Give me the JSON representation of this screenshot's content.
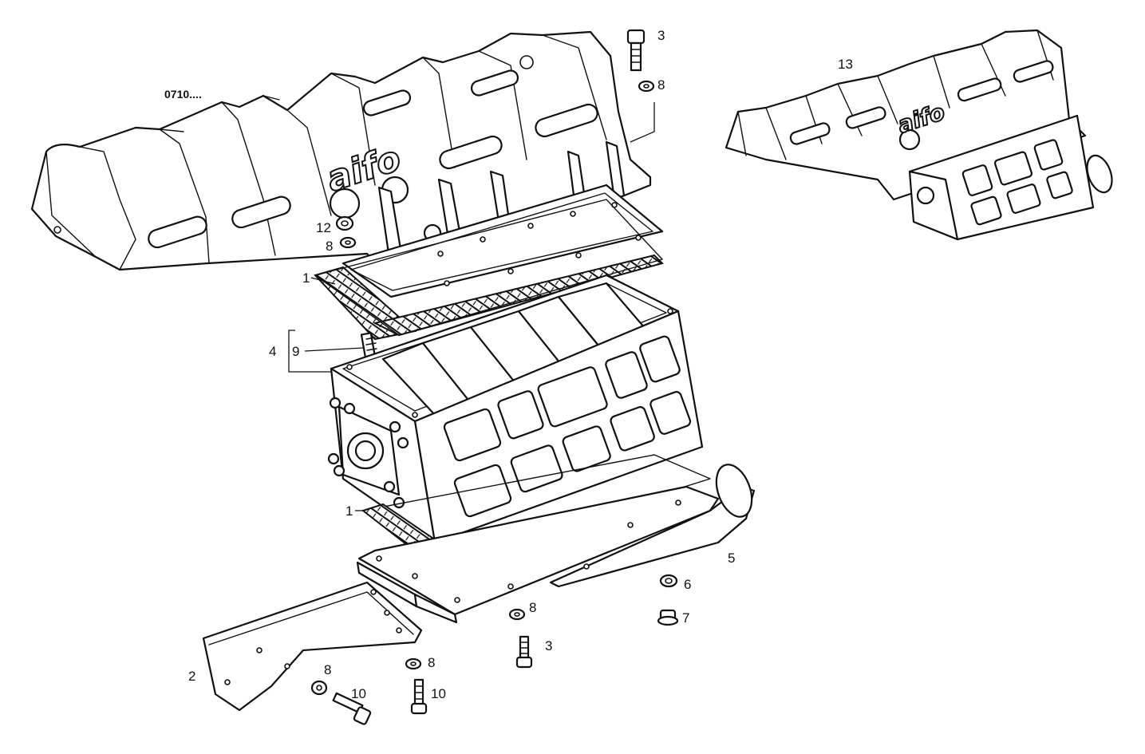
{
  "diagram": {
    "code_label": "0710....",
    "brand_text": "aifo",
    "callouts": [
      {
        "id": "c1a",
        "text": "1"
      },
      {
        "id": "c1b",
        "text": "1"
      },
      {
        "id": "c2",
        "text": "2"
      },
      {
        "id": "c3a",
        "text": "3"
      },
      {
        "id": "c3b",
        "text": "3"
      },
      {
        "id": "c4",
        "text": "4"
      },
      {
        "id": "c5",
        "text": "5"
      },
      {
        "id": "c6",
        "text": "6"
      },
      {
        "id": "c7",
        "text": "7"
      },
      {
        "id": "c8a",
        "text": "8"
      },
      {
        "id": "c8b",
        "text": "8"
      },
      {
        "id": "c8c",
        "text": "8"
      },
      {
        "id": "c8d",
        "text": "8"
      },
      {
        "id": "c8e",
        "text": "8"
      },
      {
        "id": "c9",
        "text": "9"
      },
      {
        "id": "c10a",
        "text": "10"
      },
      {
        "id": "c10b",
        "text": "10"
      },
      {
        "id": "c12",
        "text": "12"
      },
      {
        "id": "c13",
        "text": "13"
      }
    ]
  }
}
